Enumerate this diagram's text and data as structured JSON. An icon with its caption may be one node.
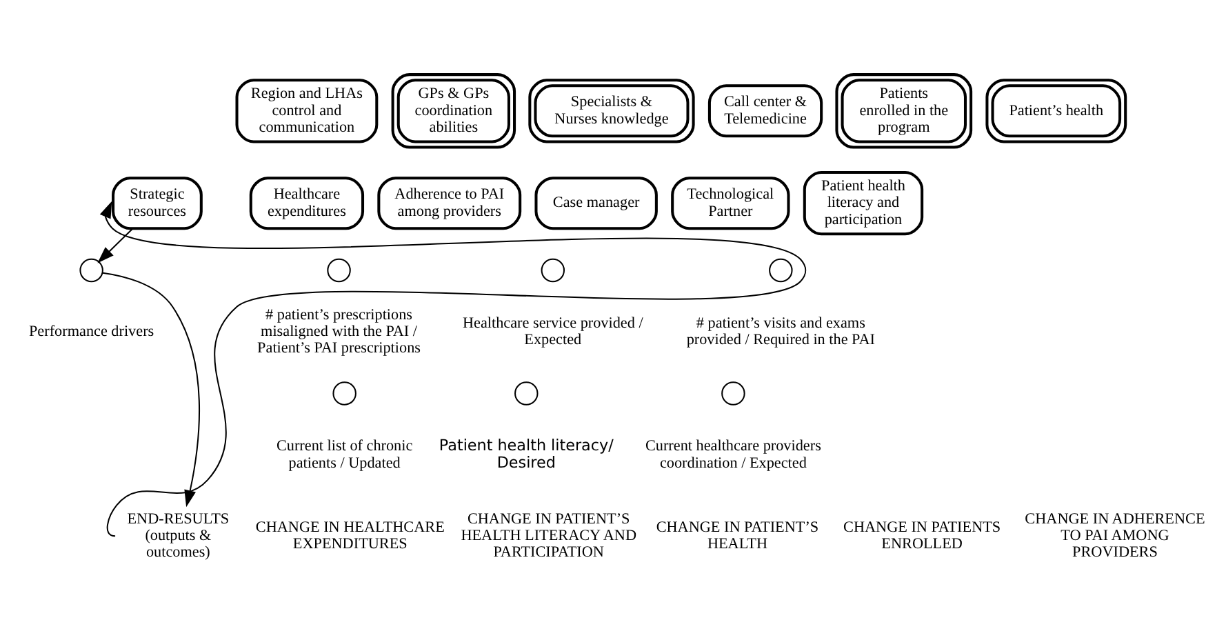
{
  "diagram": {
    "nodes": [
      {
        "text": [
          "Strategic resources"
        ]
      },
      {
        "text": [
          "Region and LHAs control and communication"
        ]
      },
      {
        "text": [
          "GPs & GPs coordination abilities"
        ]
      },
      {
        "text": [
          "Specialists & Nurses knowledge"
        ]
      },
      {
        "text": [
          "Call center & Telemedicine"
        ]
      },
      {
        "text": [
          "Patients enrolled in the program"
        ]
      },
      {
        "text": [
          "Patient’s health"
        ]
      },
      {
        "text": [
          "Healthcare expenditures"
        ]
      },
      {
        "text": [
          "Adherence to PAI among providers"
        ]
      },
      {
        "text": [
          "Case manager"
        ]
      },
      {
        "text": [
          "Technological Partner"
        ]
      },
      {
        "text": [
          "Patient health literacy and participation"
        ]
      },
      {
        "text": [],
        "shape": "circle",
        "beside": [
          "Performance drivers"
        ]
      },
      {
        "text": [],
        "shape": "circle",
        "beside": [
          "# patient’s prescriptions misaligned with the PAI / Patient’s PAI prescriptions"
        ]
      },
      {
        "text": [],
        "shape": "circle",
        "beside": [
          "Healthcare service provided / Expected"
        ]
      },
      {
        "text": [],
        "shape": "circle",
        "beside": [
          "# patient’s visits and exams provided / Required in the PAI"
        ]
      },
      {
        "text": [],
        "shape": "circle",
        "beside": [
          "Current list of chronic patients / Updated"
        ]
      },
      {
        "text": [],
        "shape": "circle",
        "beside": [
          "Patient health literacy/ Desired"
        ]
      },
      {
        "text": [],
        "shape": "circle",
        "beside": [
          "Current healthcare providers coordination / Expected"
        ]
      },
      {
        "text": [
          "END-RESULTS (outputs & outcomes)"
        ]
      }
    ],
    "edges": [
      {
        "from": 0,
        "to": 12,
        "arrow": "to"
      },
      {
        "from": 12,
        "to": 19,
        "arrow": "to"
      },
      {
        "from": 19,
        "to": 0,
        "arrow": "to"
      }
    ],
    "labels": [
      "CHANGE IN HEALTHCARE EXPENDITURES",
      "CHANGE IN PATIENT’S HEALTH LITERACY AND PARTICIPATION",
      "CHANGE IN PATIENT’S HEALTH",
      "CHANGE IN PATIENTS ENROLLED",
      "CHANGE IN ADHERENCE TO PAI AMONG PROVIDERS"
    ]
  }
}
